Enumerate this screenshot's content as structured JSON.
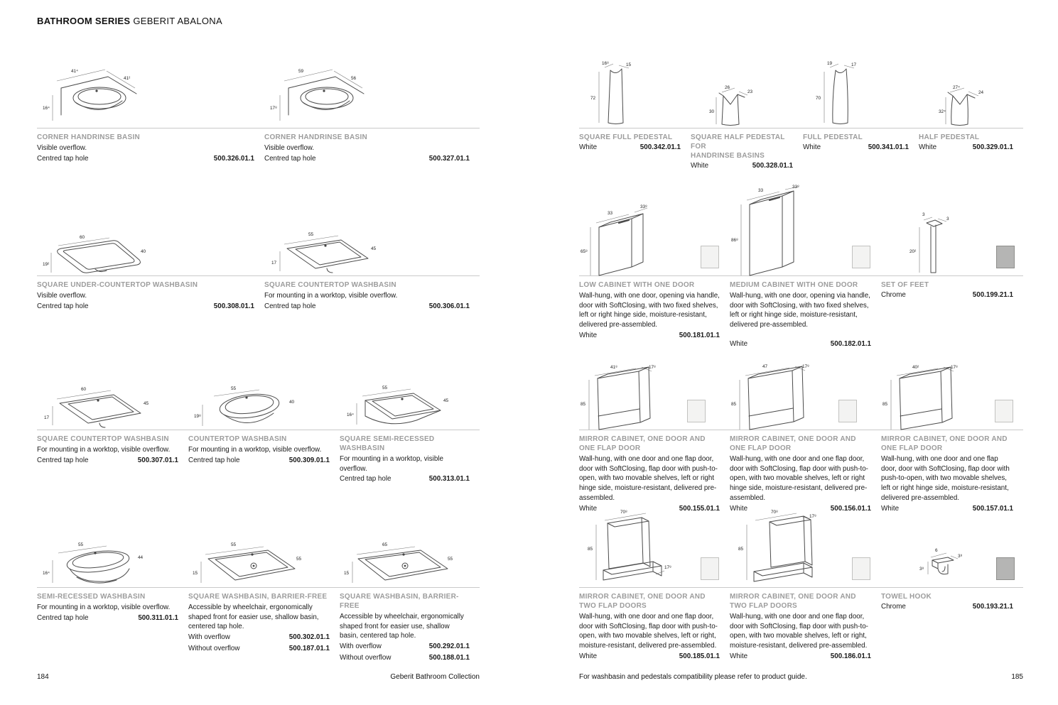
{
  "header": {
    "series": "BATHROOM SERIES",
    "collection": "GEBERIT ABALONA"
  },
  "footer": {
    "left_page_number": "184",
    "left_caption": "Geberit Bathroom Collection",
    "right_note": "For washbasin and pedestals compatibility please refer to product guide.",
    "right_page_number": "185"
  },
  "colors": {
    "title_gray": "#9c9c9c",
    "text": "#1a1a1a",
    "rule": "#c9c9c9",
    "swatch_white": "#f3f3f2",
    "swatch_chrome": "#b5b5b4"
  },
  "left_page": {
    "rows": [
      {
        "products": [
          {
            "title": "CORNER HANDRINSE BASIN",
            "desc": "Visible overflow.",
            "variants": [
              {
                "label": "Centred tap hole",
                "code": "500.326.01.1"
              }
            ],
            "dims": [
              "41⁴",
              "41²",
              "16⁴"
            ]
          },
          {
            "title": "CORNER HANDRINSE BASIN",
            "desc": "Visible overflow.",
            "variants": [
              {
                "label": "Centred tap hole",
                "code": "500.327.01.1"
              }
            ],
            "dims": [
              "59",
              "56",
              "17⁸"
            ]
          }
        ]
      },
      {
        "products": [
          {
            "title": "SQUARE UNDER-COUNTERTOP WASHBASIN",
            "desc": "Visible overflow.",
            "variants": [
              {
                "label": "Centred tap hole",
                "code": "500.308.01.1"
              }
            ],
            "dims": [
              "60",
              "40",
              "19²"
            ]
          },
          {
            "title": "SQUARE COUNTERTOP WASHBASIN",
            "desc": "For mounting in a worktop, visible overflow.",
            "variants": [
              {
                "label": "Centred tap hole",
                "code": "500.306.01.1"
              }
            ],
            "dims": [
              "55",
              "45",
              "17"
            ]
          }
        ]
      },
      {
        "products": [
          {
            "title": "SQUARE COUNTERTOP WASHBASIN",
            "desc": "For mounting in a worktop, visible overflow.",
            "variants": [
              {
                "label": "Centred tap hole",
                "code": "500.307.01.1"
              }
            ],
            "dims": [
              "60",
              "45",
              "17"
            ]
          },
          {
            "title": "COUNTERTOP WASHBASIN",
            "desc": "For mounting in a worktop, visible overflow.",
            "variants": [
              {
                "label": "Centred tap hole",
                "code": "500.309.01.1"
              }
            ],
            "dims": [
              "55",
              "40",
              "19⁸"
            ]
          },
          {
            "title": "SQUARE SEMI-RECESSED WASHBASIN",
            "desc": "For mounting in a worktop, visible overflow.",
            "variants": [
              {
                "label": "Centred tap hole",
                "code": "500.313.01.1"
              }
            ],
            "dims": [
              "55",
              "45",
              "16⁴"
            ]
          }
        ]
      },
      {
        "products": [
          {
            "title": "SEMI-RECESSED WASHBASIN",
            "desc": "For mounting in a worktop, visible overflow.",
            "variants": [
              {
                "label": "Centred tap hole",
                "code": "500.311.01.1"
              }
            ],
            "dims": [
              "55",
              "44",
              "16⁴"
            ]
          },
          {
            "title": "SQUARE WASHBASIN, BARRIER-FREE",
            "desc": "Accessible by wheelchair, ergonomically shaped front for easier use, shallow basin, centered tap hole.",
            "variants": [
              {
                "label": "With overflow",
                "code": "500.302.01.1"
              },
              {
                "label": "Without overflow",
                "code": "500.187.01.1"
              }
            ],
            "dims": [
              "55",
              "55",
              "15"
            ]
          },
          {
            "title": "SQUARE WASHBASIN, BARRIER-FREE",
            "desc": "Accessible by wheelchair, ergonomically shaped front for easier use, shallow basin, centered tap hole.",
            "variants": [
              {
                "label": "With overflow",
                "code": "500.292.01.1"
              },
              {
                "label": "Without overflow",
                "code": "500.188.01.1"
              }
            ],
            "dims": [
              "65",
              "55",
              "15"
            ]
          }
        ]
      }
    ]
  },
  "right_page": {
    "rows": [
      {
        "products": [
          {
            "title": "SQUARE FULL PEDESTAL",
            "variants": [
              {
                "label": "White",
                "code": "500.342.01.1"
              }
            ],
            "dims": [
              "16⁸",
              "15",
              "72"
            ]
          },
          {
            "title": "SQUARE HALF PEDESTAL FOR\nHANDRINSE BASINS",
            "variants": [
              {
                "label": "White",
                "code": "500.328.01.1"
              }
            ],
            "dims": [
              "26",
              "23",
              "30"
            ]
          },
          {
            "title": "FULL PEDESTAL",
            "variants": [
              {
                "label": "White",
                "code": "500.341.01.1"
              }
            ],
            "dims": [
              "19",
              "17",
              "70"
            ]
          },
          {
            "title": "HALF PEDESTAL",
            "variants": [
              {
                "label": "White",
                "code": "500.329.01.1"
              }
            ],
            "dims": [
              "27⁴",
              "24",
              "32⁴"
            ]
          }
        ]
      },
      {
        "products": [
          {
            "title": "LOW CABINET WITH ONE DOOR",
            "desc": "Wall-hung, with one door, opening via handle, door with SoftClosing, with two fixed shelves, left or right hinge side, moisture-resistant, delivered pre-assembled.",
            "variants": [
              {
                "label": "White",
                "code": "500.181.01.1"
              }
            ],
            "dims": [
              "33",
              "33⁸",
              "65⁸"
            ],
            "swatch": "white"
          },
          {
            "title": "MEDIUM CABINET WITH ONE DOOR",
            "desc": "Wall-hung, with one door, opening via handle, door with SoftClosing, with two fixed shelves, left or right hinge side, moisture-resistant, delivered pre-assembled.",
            "variants": [
              {
                "label": "White",
                "code": "500.182.01.1"
              }
            ],
            "dims": [
              "33",
              "33⁸",
              "86⁸"
            ],
            "swatch": "white"
          },
          {
            "title": "SET OF FEET",
            "variants": [
              {
                "label": "Chrome",
                "code": "500.199.21.1"
              }
            ],
            "dims": [
              "3",
              "3",
              "20²"
            ],
            "swatch": "chrome"
          }
        ]
      },
      {
        "products": [
          {
            "title": "MIRROR CABINET, ONE DOOR AND\nONE FLAP DOOR",
            "desc": "Wall-hung, with one door and one flap door, door with SoftClosing, flap door with push-to-open, with two movable shelves, left or right hinge side, moisture-resistant, delivered pre-assembled.",
            "variants": [
              {
                "label": "White",
                "code": "500.155.01.1"
              }
            ],
            "dims": [
              "41⁸",
              "17⁸",
              "85"
            ],
            "swatch": "white"
          },
          {
            "title": "MIRROR CABINET, ONE DOOR AND\nONE FLAP DOOR",
            "desc": "Wall-hung, with one door and one flap door, door with SoftClosing, flap door with push-to-open, with two movable shelves, left or right hinge side, moisture-resistant, delivered pre-assembled.",
            "variants": [
              {
                "label": "White",
                "code": "500.156.01.1"
              }
            ],
            "dims": [
              "47",
              "17⁸",
              "85"
            ],
            "swatch": "white"
          },
          {
            "title": "MIRROR CABINET, ONE DOOR AND\nONE FLAP DOOR",
            "desc": "Wall-hung, with one door and one flap door, door with SoftClosing, flap door with push-to-open, with two movable shelves, left or right hinge side, moisture-resistant, delivered pre-assembled.",
            "variants": [
              {
                "label": "White",
                "code": "500.157.01.1"
              }
            ],
            "dims": [
              "40²",
              "17⁸",
              "85"
            ],
            "swatch": "white"
          }
        ]
      },
      {
        "products": [
          {
            "title": "MIRROR CABINET, ONE DOOR AND\nTWO FLAP DOORS",
            "desc": "Wall-hung, with one door and one flap door, door with SoftClosing, flap door with push-to-open, with two movable shelves, left or right, moisture-resistant, delivered pre-assembled.",
            "variants": [
              {
                "label": "White",
                "code": "500.185.01.1"
              }
            ],
            "dims": [
              "70⁸",
              "17⁸",
              "85"
            ],
            "swatch": "white"
          },
          {
            "title": "MIRROR CABINET, ONE DOOR AND\nTWO FLAP DOORS",
            "desc": "Wall-hung, with one door and one flap door, door with SoftClosing, flap door with push-to-open, with two movable shelves, left or right, moisture-resistant, delivered pre-assembled.",
            "variants": [
              {
                "label": "White",
                "code": "500.186.01.1"
              }
            ],
            "dims": [
              "70⁸",
              "17⁸",
              "85"
            ],
            "swatch": "white"
          },
          {
            "title": "TOWEL HOOK",
            "variants": [
              {
                "label": "Chrome",
                "code": "500.193.21.1"
              }
            ],
            "dims": [
              "6",
              "3⁸",
              "3⁸"
            ],
            "swatch": "chrome"
          }
        ]
      }
    ]
  }
}
